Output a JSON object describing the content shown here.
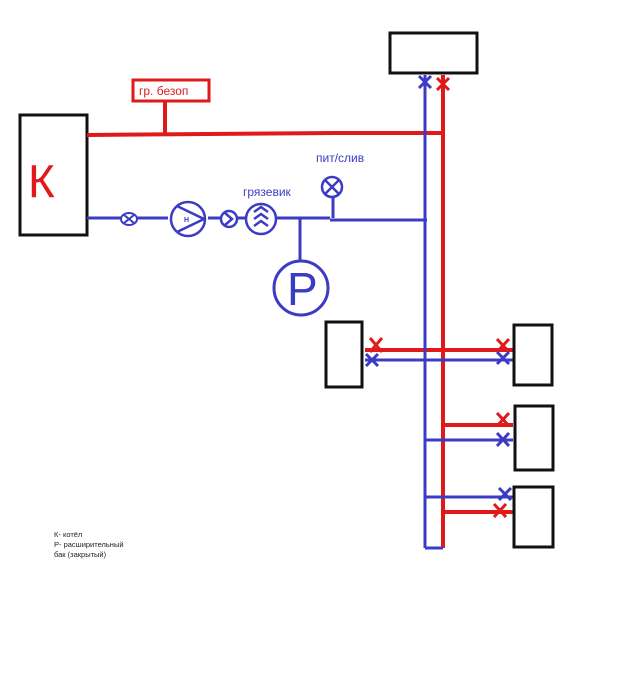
{
  "labels": {
    "safety_group": "гр. безоп",
    "fill_drain": "пит/слив",
    "strainer": "грязевик",
    "boiler_letter": "К",
    "pump_letter": "Н",
    "tank_letter": "Р"
  },
  "legend": {
    "line1": "К- котёл",
    "line2": "Р- расширительный",
    "line3": "бак (закрытый)"
  },
  "colors": {
    "supply": "#e01a1a",
    "return": "#3b3bc4",
    "outline": "#111111"
  }
}
